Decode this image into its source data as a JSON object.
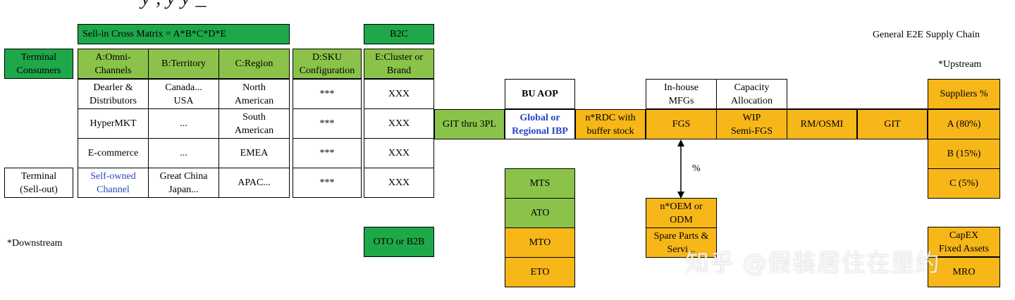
{
  "colors": {
    "dark_green": "#1fa84a",
    "light_green": "#8bc34a",
    "orange": "#f7b719",
    "blue_text": "#2247c2"
  },
  "top_title_partial": "y    ,            y   y                    _",
  "general_e2e": "General E2E Supply Chain",
  "upstream": "*Upstream",
  "downstream": "*Downstream",
  "watermark": "知乎 @假装居住在里约",
  "matrix": {
    "title": "Sell-in Cross Matrix = A*B*C*D*E",
    "b2c": "B2C",
    "oto_b2b": "OTO or B2B",
    "terminal_consumers": "Terminal\nConsumers",
    "terminal_sellout": "Terminal\n(Sell-out)",
    "headers": {
      "a": "A:Omni-\nChannels",
      "b": "B:Territory",
      "c": "C:Region",
      "d": "D:SKU\nConfiguration",
      "e": "E:Cluster or\nBrand"
    },
    "rows": [
      {
        "a": "Dearler &\nDistributors",
        "b": "Canada...\nUSA",
        "c": "North\nAmerican",
        "d": "***",
        "e": "XXX"
      },
      {
        "a": "HyperMKT",
        "b": "...",
        "c": "South\nAmerican",
        "d": "***",
        "e": "XXX"
      },
      {
        "a": "E-commerce",
        "b": "...",
        "c": "EMEA",
        "d": "***",
        "e": "XXX"
      },
      {
        "a": "Self-owned\nChannel",
        "b": "Great China\nJapan...",
        "c": "APAC...",
        "d": "***",
        "e": "XXX"
      }
    ]
  },
  "chain": {
    "git_3pl": "GIT thru 3PL",
    "bu_aop": "BU AOP",
    "global_ibp": "Global or\nRegional IBP",
    "rdc": "n*RDC with\nbuffer stock",
    "inhouse": "In-house\nMFGs",
    "fgs": "FGS",
    "capacity": "Capacity\nAllocation",
    "wip": "WIP\nSemi-FGS",
    "rm_osmi": "RM/OSMI",
    "git": "GIT",
    "percent": "%"
  },
  "strategies": [
    "MTS",
    "ATO",
    "MTO",
    "ETO"
  ],
  "outsourcing": {
    "oem": "n*OEM or\nODM",
    "spare": "Spare Parts &\nServi..."
  },
  "suppliers": {
    "header": "Suppliers %",
    "a": "A (80%)",
    "b": "B (15%)",
    "c": "C (5%)",
    "capex": "CapEX\nFixed Assets",
    "mro": "MRO"
  }
}
